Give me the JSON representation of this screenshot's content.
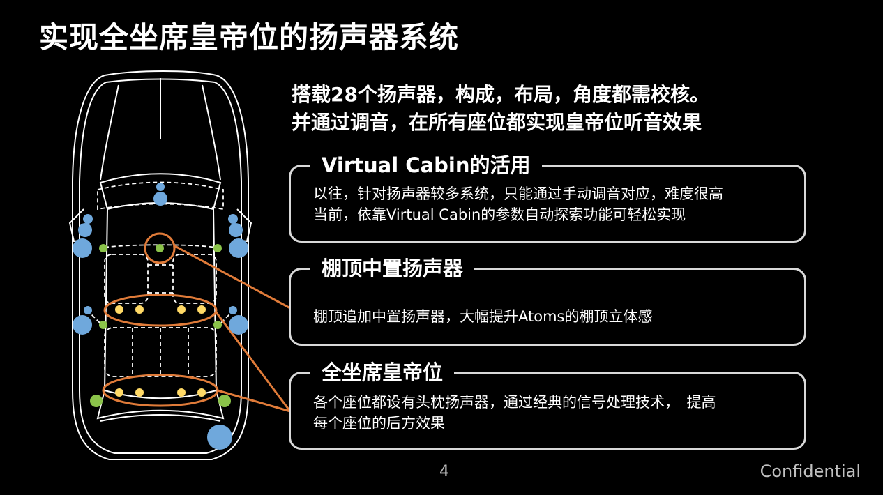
{
  "title": "实现全坐席皇帝位的扬声器系统",
  "intro": {
    "line1": "搭载28个扬声器，构成，布局，角度都需校核。",
    "line2": "并通过调音，在所有座位都实现皇帝位听音效果"
  },
  "boxes": [
    {
      "heading": "Virtual Cabin的活用",
      "lines": [
        "以往，针对扬声器较多系统，只能通过手动调音对应，难度很高",
        "当前，依靠Virtual Cabin的参数自动探索功能可轻松实现"
      ]
    },
    {
      "heading": "棚顶中置扬声器",
      "lines": [
        "棚顶追加中置扬声器，大幅提升Atoms的棚顶立体感"
      ]
    },
    {
      "heading": "全坐席皇帝位",
      "lines": [
        "各个座位都设有头枕扬声器，通过经典的信号处理技术，　提高",
        "每个座位的后方效果"
      ]
    }
  ],
  "footer": {
    "page_number": "4",
    "confidential": "Confidential"
  },
  "colors": {
    "speaker_blue": "#6fa8dc",
    "speaker_green": "#8bc34a",
    "speaker_yellow": "#ffd966",
    "highlight_orange": "#e07b39"
  }
}
